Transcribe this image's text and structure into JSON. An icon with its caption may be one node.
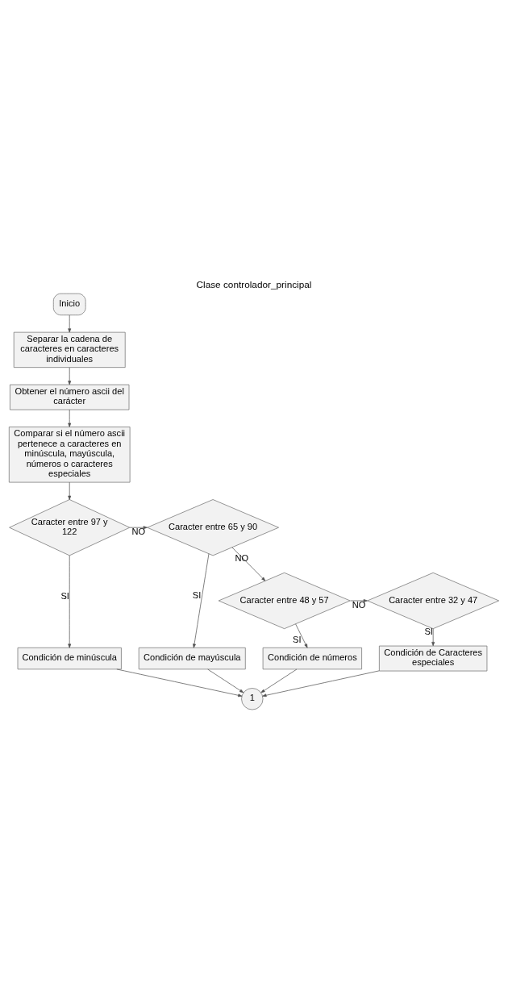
{
  "diagram": {
    "title": "Clase controlador_principal",
    "nodes": [
      {
        "text": [
          "Inicio"
        ]
      },
      {
        "text": [
          "Separar la cadena de caracteres en caracteres individuales"
        ]
      },
      {
        "text": [
          "Obtener el número ascii del carácter"
        ]
      },
      {
        "text": [
          "Comparar si el número ascii pertenece a caracteres en minúscula, mayúscula, números o caracteres especiales"
        ]
      },
      {
        "text": [
          "Caracter entre 97 y 122"
        ]
      },
      {
        "text": [
          "Caracter entre 65 y 90"
        ]
      },
      {
        "text": [
          "Condición de minúscula"
        ]
      },
      {
        "text": [
          "Condición de mayúscula"
        ]
      },
      {
        "text": [
          "Caracter entre 48 y 57"
        ]
      },
      {
        "text": [
          "Caracter entre 32 y 47"
        ]
      },
      {
        "text": [
          "Condición de números"
        ]
      },
      {
        "text": [
          "Condición de Caracteres especiales"
        ]
      },
      {
        "text": [
          "1"
        ]
      }
    ],
    "edges": [
      {
        "from": 0,
        "to": 1,
        "arrow": "to"
      },
      {
        "from": 1,
        "to": 2,
        "arrow": "to"
      },
      {
        "from": 2,
        "to": 3,
        "arrow": "to"
      },
      {
        "from": 3,
        "to": 4,
        "arrow": "to"
      },
      {
        "from": 4,
        "to": 5,
        "arrow": "to",
        "label": "NO"
      },
      {
        "from": 4,
        "to": 6,
        "arrow": "to",
        "label": "SI"
      },
      {
        "from": 5,
        "to": 7,
        "arrow": "to",
        "label": "SI"
      },
      {
        "from": 5,
        "to": 8,
        "arrow": "to",
        "label": "NO"
      },
      {
        "from": 8,
        "to": 9,
        "arrow": "to",
        "label": "NO"
      },
      {
        "from": 8,
        "to": 10,
        "arrow": "to",
        "label": "SI"
      },
      {
        "from": 9,
        "to": 11,
        "arrow": "to",
        "label": "SI"
      },
      {
        "from": 6,
        "to": 12,
        "arrow": "to"
      },
      {
        "from": 7,
        "to": 12,
        "arrow": "to"
      },
      {
        "from": 10,
        "to": 12,
        "arrow": "to"
      },
      {
        "from": 11,
        "to": 12,
        "arrow": "to"
      }
    ]
  }
}
